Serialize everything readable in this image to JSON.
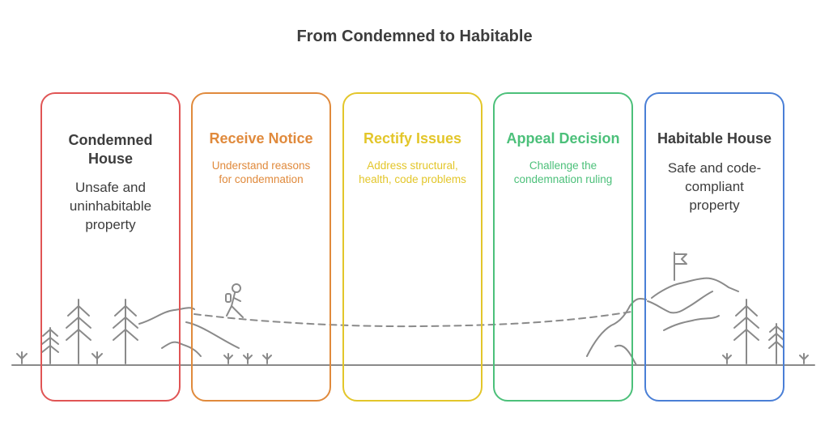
{
  "title": "From Condemned to Habitable",
  "colors": {
    "red": "#e05555",
    "orange": "#e08a3c",
    "yellow": "#e3c62a",
    "green": "#4cc07a",
    "blue": "#4a7fd6",
    "scenery": "#8a8a8a",
    "text": "#3d3d3d"
  },
  "stages": [
    {
      "title": "Condemned House",
      "description": "Unsafe and uninhabitable property"
    },
    {
      "title": "Receive Notice",
      "description": "Understand reasons for condemnation"
    },
    {
      "title": "Rectify Issues",
      "description": "Address structural, health, code problems"
    },
    {
      "title": "Appeal Decision",
      "description": "Challenge the condemnation ruling"
    },
    {
      "title": "Habitable House",
      "description": "Safe and code-compliant property"
    }
  ]
}
